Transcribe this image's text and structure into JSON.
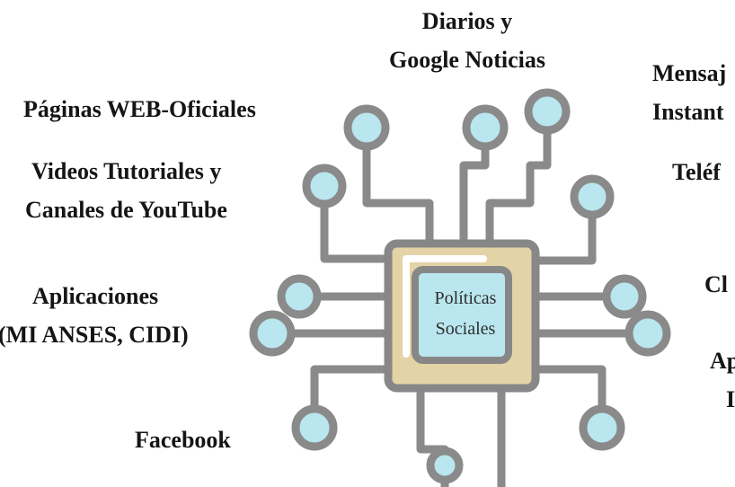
{
  "center": {
    "line1": "Políticas",
    "line2": "Sociales"
  },
  "labels": {
    "diarios": {
      "line1": "Diarios y",
      "line2": "Google Noticias"
    },
    "paginas_web": "Páginas WEB-Oficiales",
    "videos": {
      "line1": "Videos Tutoriales y",
      "line2": "Canales de YouTube"
    },
    "aplicaciones": {
      "line1": "Aplicaciones",
      "line2": "(MI ANSES, CIDI)"
    },
    "facebook": "Facebook",
    "mensajeria": {
      "line1": "Mensaj",
      "line2": "Instant"
    },
    "telefono": "Teléf",
    "right_c": "Cl",
    "right_a": {
      "line1": "Ap",
      "line2": "I"
    }
  },
  "colors": {
    "trace": "#8a8a8a",
    "node_fill": "#b9e6ef",
    "chip_fill": "#e3d3a6",
    "chip_border": "#878787",
    "core_fill": "#b9e6ef",
    "highlight": "#ffffff"
  }
}
